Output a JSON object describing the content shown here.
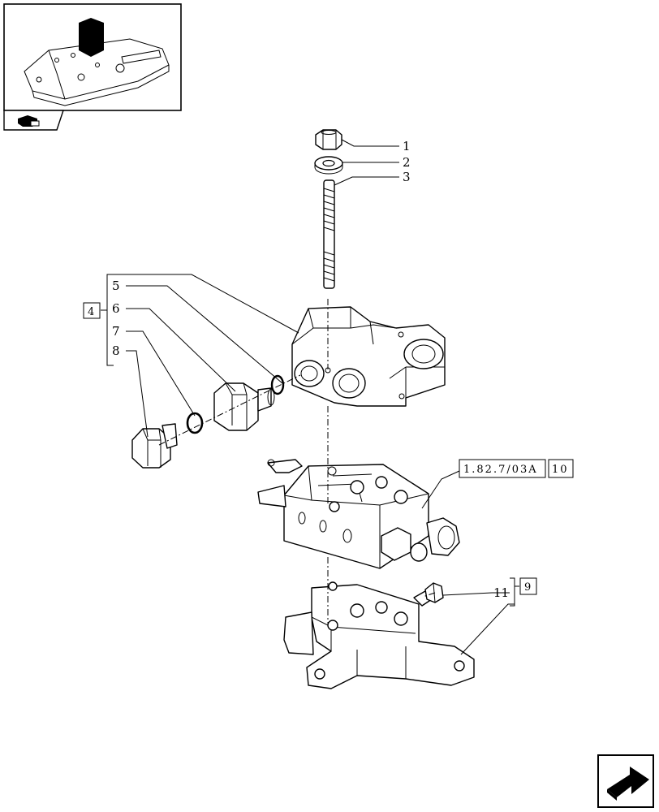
{
  "callouts": [
    {
      "id": "1",
      "label": "1"
    },
    {
      "id": "2",
      "label": "2"
    },
    {
      "id": "3",
      "label": "3"
    },
    {
      "id": "5",
      "label": "5"
    },
    {
      "id": "6",
      "label": "6"
    },
    {
      "id": "7",
      "label": "7"
    },
    {
      "id": "8",
      "label": "8"
    },
    {
      "id": "11",
      "label": "11"
    }
  ],
  "group_boxes": {
    "assembly_4": "4",
    "assembly_9": "9",
    "ref_code": "1.82.7/03A",
    "ref_10": "10"
  },
  "icons": {
    "thumbnail": "assembly-location-thumbnail",
    "nav_small": "tractor-page-icon",
    "nav_large": "next-page-arrow-icon"
  }
}
